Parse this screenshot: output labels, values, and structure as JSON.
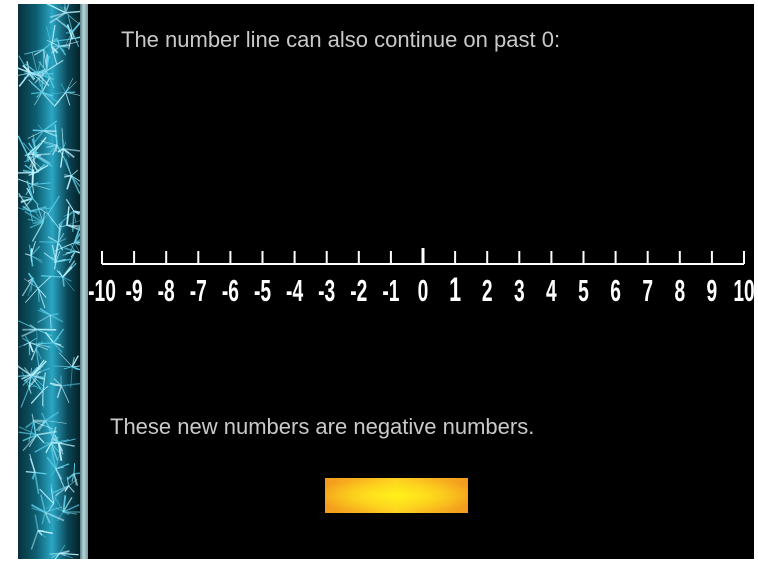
{
  "slide": {
    "heading": "The number line can also continue on past 0:",
    "note": "These new numbers are negative numbers."
  },
  "number_line": {
    "ticks": [
      "-10",
      "-9",
      "-8",
      "-7",
      "-6",
      "-5",
      "-4",
      "-3",
      "-2",
      "-1",
      "0",
      "1",
      "2",
      "3",
      "4",
      "5",
      "6",
      "7",
      "8",
      "9",
      "10"
    ],
    "range": [
      -10,
      10
    ]
  },
  "colors": {
    "background": "#000000",
    "text": "#c9c9c9",
    "line": "#ffffff",
    "button": "#ffd020"
  }
}
